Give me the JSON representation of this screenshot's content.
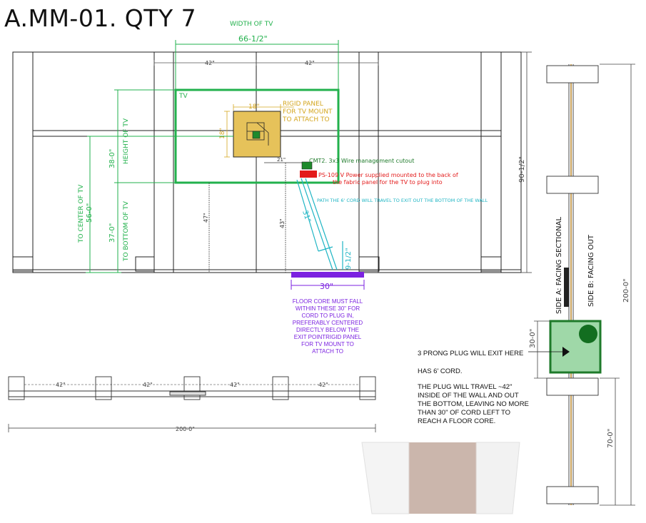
{
  "title": "A.MM-01. QTY 7",
  "labels": {
    "width_of_tv": "WIDTH OF TV",
    "width_dim": "66-1/2\"",
    "dim_42a": "42\"",
    "dim_42b": "42\"",
    "tv": "TV",
    "rigid_panel_1": "RIGID PANEL",
    "rigid_panel_2": "FOR TV MOUNT",
    "rigid_panel_3": "TO ATTACH TO",
    "dim_18w": "18\"",
    "dim_18h": "18\"",
    "height_of_tv_dim": "38-0\"",
    "height_of_tv": "HEIGHT OF TV",
    "to_center_dim": "56-0\"",
    "to_center": "TO CENTER OF TV",
    "bottom_dim": "37-0\"",
    "to_bottom": "TO BOTTOM OF TV",
    "cmt": "CMT2. 3x3 Wire management cutout",
    "ps": "PS-109 V Power supplied mounted to the back of",
    "ps2": "the fabric panel for the TV to plug into",
    "path": "PATH THE 6' CORD WILL TRAVEL TO EXIT OUT THE BOTTOM OF THE WALL",
    "dim_31": "31\"",
    "dim_9half": "9-1/2\"",
    "dim_47": "47\"",
    "dim_43": "43\"",
    "dim_21": "21\"",
    "dim_90half": "90-1/2\"",
    "dim_30": "30\"",
    "floor_core": [
      "FLOOR CORE MUST FALL",
      "WITHIN THESE 30\" FOR",
      "CORD TO PLUG IN,",
      "PREFERABLY CENTERED",
      "DIRECTLY BELOW THE",
      "EXIT POINTRIGID PANEL",
      "FOR TV MOUNT TO",
      "ATTACH TO"
    ],
    "plan_42a": "42\"",
    "plan_42b": "42\"",
    "plan_42c": "42\"",
    "plan_42d": "42\"",
    "plan_200": "200-0\"",
    "side_a": "SIDE A: FACING SECTIONAL",
    "side_b": "SIDE B: FACING OUT",
    "side_30": "30-0\"",
    "side_200": "200-0\"",
    "side_70": "70-0\"",
    "plug_exit": "3 PRONG PLUG WILL EXIT HERE",
    "has_cord": "HAS 6' CORD.",
    "plug_travel": [
      "THE PLUG WILL TRAVEL ~42\"",
      "INSIDE OF THE WALL AND OUT",
      "THE BOTTOM, LEAVING NO MORE",
      "THAN 30\" OF CORD LEFT TO",
      "REACH A FLOOR CORE."
    ]
  },
  "colors": {
    "green": "#22b14c",
    "gold": "#d4a61f",
    "panel_fill": "#e6c25a",
    "red": "#e31b1b",
    "cyan": "#1fb5c4",
    "purple": "#7b22e0",
    "line": "#222222"
  }
}
